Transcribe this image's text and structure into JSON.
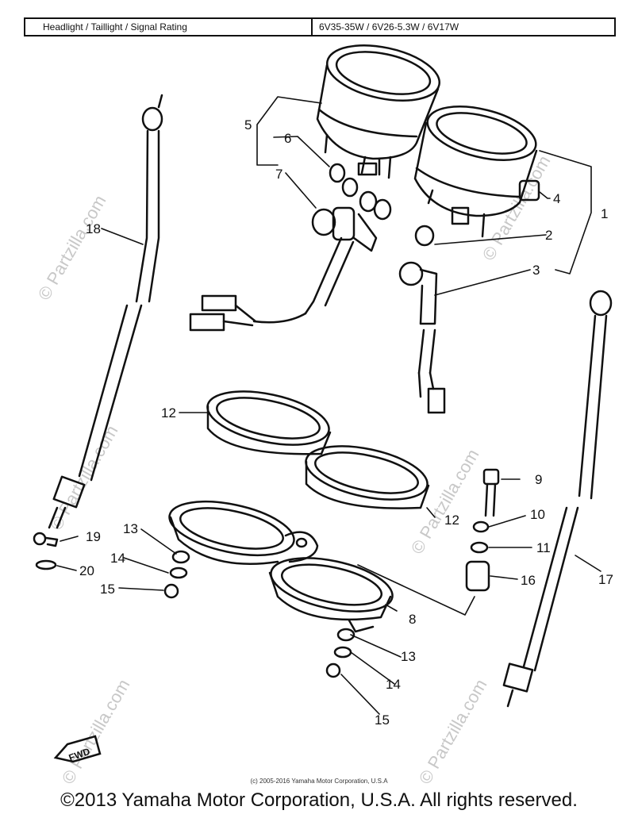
{
  "spec": {
    "label": "Headlight / Taillight / Signal Rating",
    "value": "6V35-35W / 6V26-5.3W / 6V17W"
  },
  "callouts": {
    "c1": "1",
    "c2": "2",
    "c3": "3",
    "c4": "4",
    "c5": "5",
    "c6": "6",
    "c7": "7",
    "c8": "8",
    "c9": "9",
    "c10": "10",
    "c11": "11",
    "c12a": "12",
    "c12b": "12",
    "c13a": "13",
    "c13b": "13",
    "c14a": "14",
    "c14b": "14",
    "c15a": "15",
    "c15b": "15",
    "c16": "16",
    "c17": "17",
    "c18": "18",
    "c19": "19",
    "c20": "20"
  },
  "fwd_label": "FWD",
  "watermark": "© Partzilla.com",
  "small_copyright": "(c) 2005-2016 Yamaha Motor Corporation, U.S.A",
  "footer": "©2013 Yamaha Motor Corporation, U.S.A. All rights reserved."
}
